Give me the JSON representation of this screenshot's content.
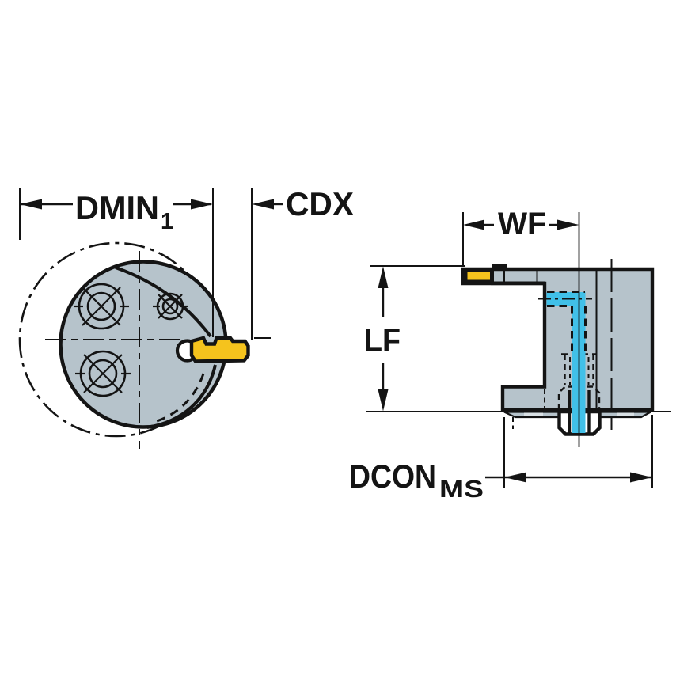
{
  "drawing": {
    "kind": "tool-holder-engineering-drawing",
    "labels": {
      "dmin_main": "DMIN",
      "dmin_sub": "1",
      "cdx": "CDX",
      "wf": "WF",
      "lf": "LF",
      "dcon_main": "DCON",
      "dcon_sub": "MS"
    },
    "colors": {
      "line": "#141414",
      "body": "#b6c3cb",
      "insert": "#f5c31d",
      "coolant": "#41c0e8",
      "bevelmark": "#d9e0e4",
      "background": "#ffffff"
    }
  }
}
